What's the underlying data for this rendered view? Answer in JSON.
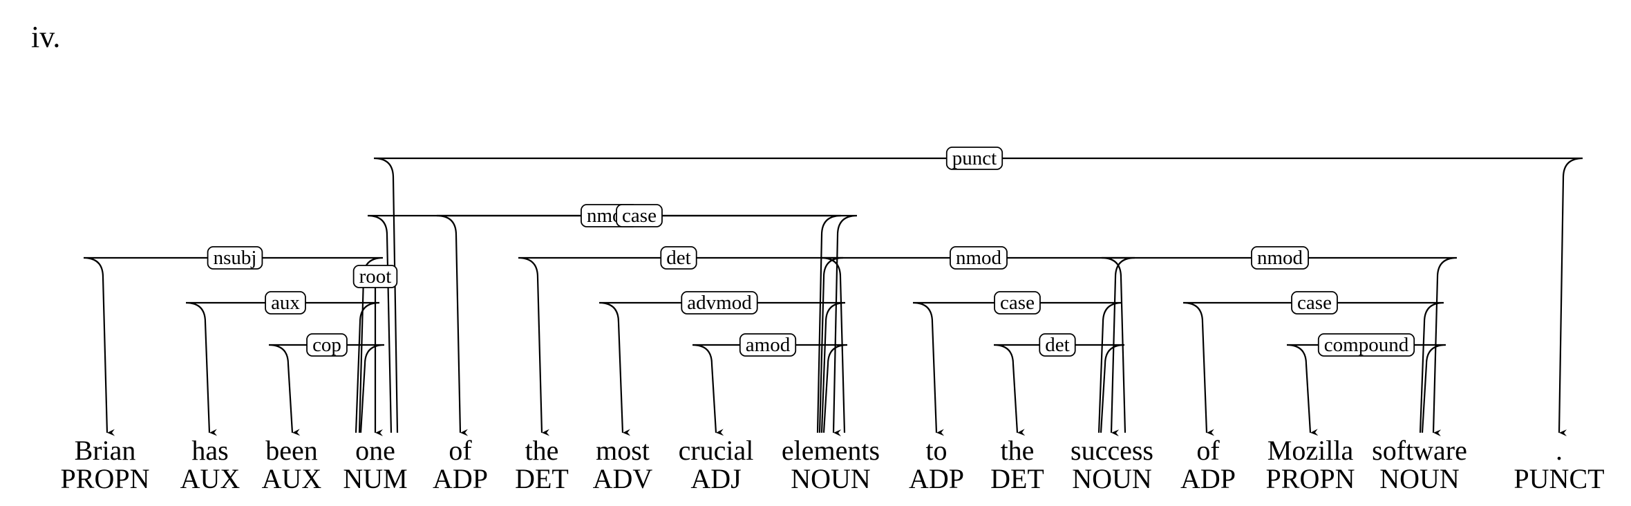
{
  "title": "iv.",
  "tokens": [
    {
      "word": "Brian",
      "pos": "PROPN"
    },
    {
      "word": "has",
      "pos": "AUX"
    },
    {
      "word": "been",
      "pos": "AUX"
    },
    {
      "word": "one",
      "pos": "NUM"
    },
    {
      "word": "of",
      "pos": "ADP"
    },
    {
      "word": "the",
      "pos": "DET"
    },
    {
      "word": "most",
      "pos": "ADV"
    },
    {
      "word": "crucial",
      "pos": "ADJ"
    },
    {
      "word": "elements",
      "pos": "NOUN"
    },
    {
      "word": "to",
      "pos": "ADP"
    },
    {
      "word": "the",
      "pos": "DET"
    },
    {
      "word": "success",
      "pos": "NOUN"
    },
    {
      "word": "of",
      "pos": "ADP"
    },
    {
      "word": "Mozilla",
      "pos": "PROPN"
    },
    {
      "word": "software",
      "pos": "NOUN"
    },
    {
      "word": ".",
      "pos": "PUNCT"
    }
  ],
  "root": {
    "label": "root",
    "dep": 3
  },
  "arcs": [
    {
      "head": 3,
      "dep": 0,
      "label": "nsubj"
    },
    {
      "head": 3,
      "dep": 1,
      "label": "aux"
    },
    {
      "head": 3,
      "dep": 2,
      "label": "cop"
    },
    {
      "head": 3,
      "dep": 15,
      "label": "punct"
    },
    {
      "head": 3,
      "dep": 8,
      "label": "nmod"
    },
    {
      "head": 8,
      "dep": 4,
      "label": "case"
    },
    {
      "head": 8,
      "dep": 5,
      "label": "det"
    },
    {
      "head": 8,
      "dep": 6,
      "label": "advmod"
    },
    {
      "head": 8,
      "dep": 7,
      "label": "amod"
    },
    {
      "head": 8,
      "dep": 11,
      "label": "nmod"
    },
    {
      "head": 11,
      "dep": 9,
      "label": "case"
    },
    {
      "head": 11,
      "dep": 10,
      "label": "det"
    },
    {
      "head": 11,
      "dep": 14,
      "label": "nmod"
    },
    {
      "head": 14,
      "dep": 12,
      "label": "case"
    },
    {
      "head": 14,
      "dep": 13,
      "label": "compound"
    }
  ]
}
